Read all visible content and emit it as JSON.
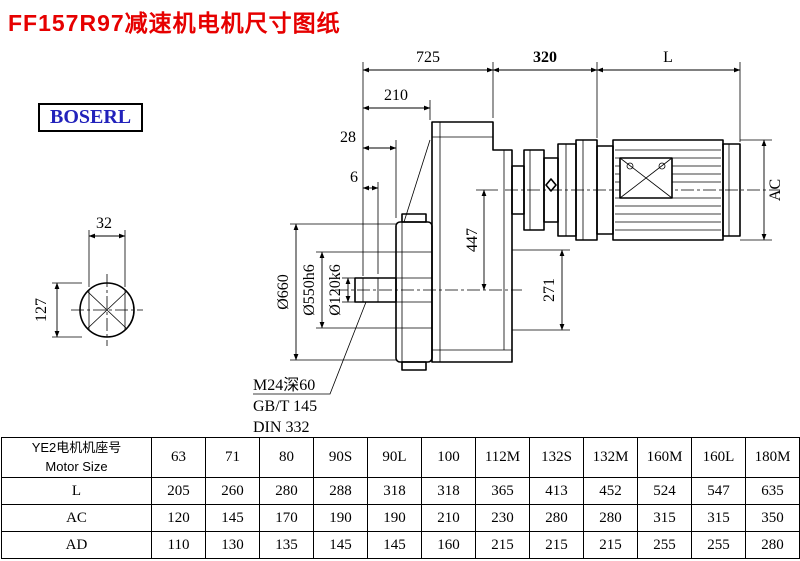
{
  "colors": {
    "title_red": "#e60000",
    "brand_blue": "#2222bb",
    "line_black": "#000000"
  },
  "header": {
    "title": "FF157R97减速机电机尺寸图纸",
    "brand": "BOSERL"
  },
  "drawing": {
    "dim_725": "725",
    "dim_320": "320",
    "dim_L": "L",
    "dim_210": "210",
    "dim_28": "28",
    "dim_6": "6",
    "dim_AC": "AC",
    "dim_32": "32",
    "dim_127": "127",
    "dim_660": "Ø660",
    "dim_550": "Ø550h6",
    "dim_120": "Ø120k6",
    "dim_447": "447",
    "dim_271": "271",
    "note_thread": "M24深60",
    "note_gb": "GB/T 145",
    "note_din": "DIN 332"
  },
  "table": {
    "header_col_line1": "YE2电机机座号",
    "header_col_line2": "Motor Size",
    "columns": [
      "63",
      "71",
      "80",
      "90S",
      "90L",
      "100",
      "112M",
      "132S",
      "132M",
      "160M",
      "160L",
      "180M"
    ],
    "rows": [
      {
        "label": "L",
        "values": [
          "205",
          "260",
          "280",
          "288",
          "318",
          "318",
          "365",
          "413",
          "452",
          "524",
          "547",
          "635"
        ]
      },
      {
        "label": "AC",
        "values": [
          "120",
          "145",
          "170",
          "190",
          "190",
          "210",
          "230",
          "280",
          "280",
          "315",
          "315",
          "350"
        ]
      },
      {
        "label": "AD",
        "values": [
          "110",
          "130",
          "135",
          "145",
          "145",
          "160",
          "215",
          "215",
          "215",
          "255",
          "255",
          "280"
        ]
      }
    ]
  }
}
